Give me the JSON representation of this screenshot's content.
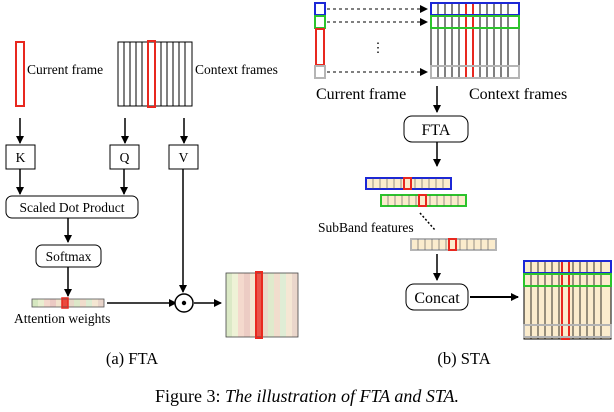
{
  "fta": {
    "current_frame": "Current frame",
    "context_frames": "Context frames",
    "k": "K",
    "q": "Q",
    "v": "V",
    "scaled_dot_product": "Scaled Dot Product",
    "softmax": "Softmax",
    "attention_weights": "Attention weights",
    "caption": "(a)  FTA"
  },
  "sta": {
    "current_frame": "Current frame",
    "context_frames": "Context frames",
    "fta": "FTA",
    "subband_features": "SubBand features",
    "concat": "Concat",
    "vertical_dots": "⋮",
    "caption": "(b)  STA"
  },
  "figure_caption": {
    "prefix": "Figure 3: ",
    "text": "The illustration of FTA and STA."
  },
  "colors": {
    "red": "#e8281f",
    "blue": "#1c27d6",
    "green": "#2cc32c",
    "gray": "#b5b5b5",
    "tint": "#fbeccd"
  }
}
